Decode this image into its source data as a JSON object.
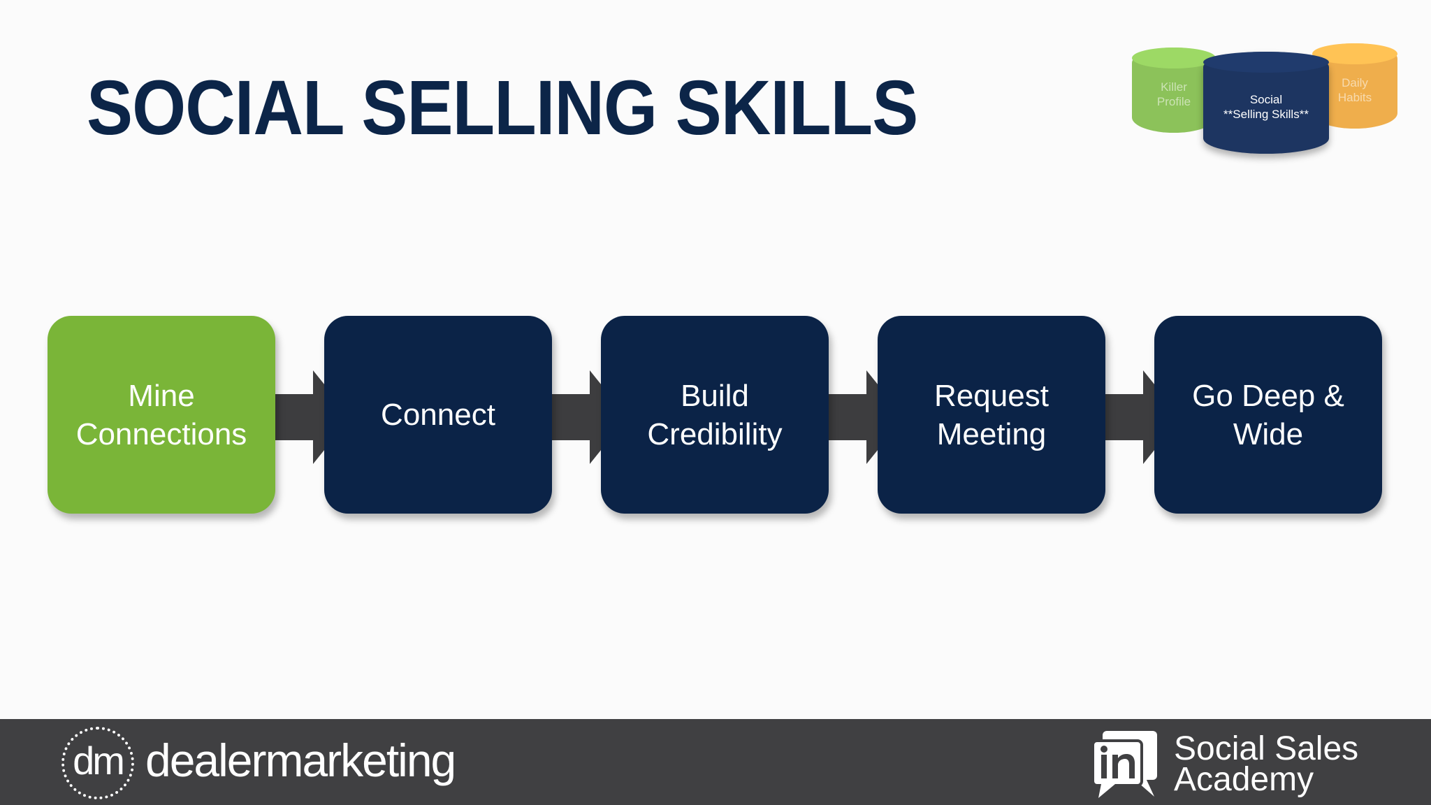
{
  "title": "SOCIAL SELLING SKILLS",
  "colors": {
    "title": "#0c2548",
    "navy": "#0b2347",
    "green": "#7ab538",
    "arrow": "#3d3d3f",
    "footer": "#404042",
    "white": "#ffffff",
    "cyl_green": "#8cc25a",
    "cyl_orange": "#efae4c",
    "cyl_navy": "#1d3561"
  },
  "pillars": [
    {
      "label": "Killer\nProfile",
      "color": "green"
    },
    {
      "label": "Social\n**Selling Skills**",
      "color": "navy"
    },
    {
      "label": "Daily\nHabits",
      "color": "orange"
    }
  ],
  "steps": [
    {
      "label": "Mine\nConnections",
      "active": true
    },
    {
      "label": "Connect",
      "active": false
    },
    {
      "label": "Build\nCredibility",
      "active": false
    },
    {
      "label": "Request\nMeeting",
      "active": false
    },
    {
      "label": "Go Deep &\nWide",
      "active": false
    }
  ],
  "footer": {
    "left_logo_mark": "dm",
    "left_logo_text": "dealermarketing",
    "right_logo_icon": "linkedin-chat-bubble-icon",
    "right_logo_text": "Social Sales\nAcademy"
  }
}
